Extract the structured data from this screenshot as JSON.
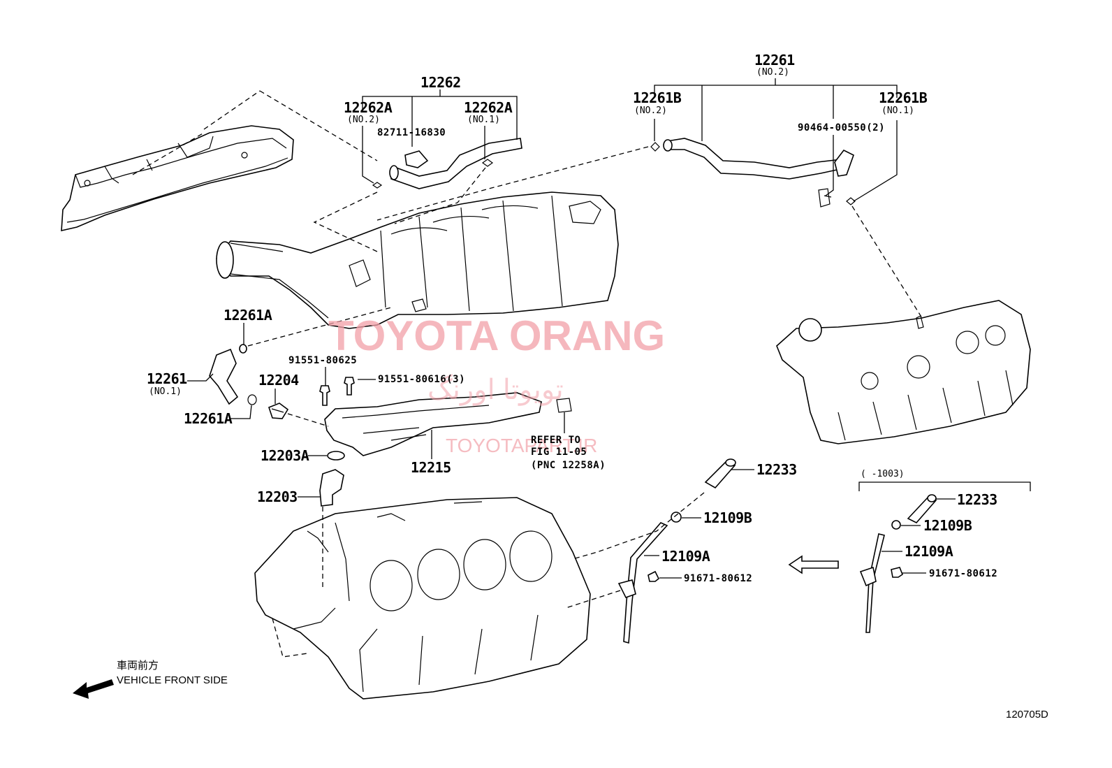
{
  "diagram": {
    "code": "120705D",
    "direction": {
      "jp": "車両前方",
      "en": "VEHICLE FRONT SIDE"
    },
    "watermark": {
      "latin": "TOYOTA ORANG",
      "farsi": "تویوتا اورنگ",
      "url": "TOYOTAPART.IR"
    },
    "variant_range": "(   -1003)"
  },
  "labels": {
    "l12262": "12262",
    "l12262a_no2": "12262A",
    "l12262a_no2_sub": "(NO.2)",
    "l82711": "82711-16830",
    "l12262a_no1": "12262A",
    "l12262a_no1_sub": "(NO.1)",
    "l12261_top": "12261",
    "l12261_top_sub": "(NO.2)",
    "l12261b_no2": "12261B",
    "l12261b_no2_sub": "(NO.2)",
    "l12261b_no1": "12261B",
    "l12261b_no1_sub": "(NO.1)",
    "l90464": "90464-00550(2)",
    "l12261a_upper": "12261A",
    "l12261_no1": "12261",
    "l12261_no1_sub": "(NO.1)",
    "l12261a_lower": "12261A",
    "l12204": "12204",
    "l91551_625": "91551-80625",
    "l91551_616": "91551-80616(3)",
    "l12203a": "12203A",
    "l12215": "12215",
    "l12203": "12203",
    "refer": [
      "REFER TO",
      "FIG 11-05",
      "(PNC 12258A)"
    ],
    "l12233": "12233",
    "l12109b": "12109B",
    "l12109a": "12109A",
    "l91671": "91671-80612",
    "r12233": "12233",
    "r12109b": "12109B",
    "r12109a": "12109A",
    "r91671": "91671-80612"
  },
  "colors": {
    "line": "#000000",
    "background": "#ffffff",
    "watermark": "#f2a0a8"
  }
}
